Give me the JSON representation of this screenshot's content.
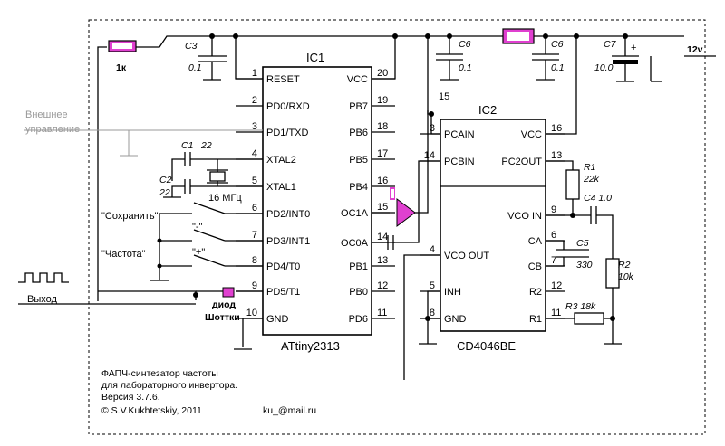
{
  "ic1": {
    "name": "IC1",
    "part": "ATtiny2313",
    "left_pins": [
      {
        "num": "1",
        "label": "RESET"
      },
      {
        "num": "2",
        "label": "PD0/RXD"
      },
      {
        "num": "3",
        "label": "PD1/TXD"
      },
      {
        "num": "4",
        "label": "XTAL2"
      },
      {
        "num": "5",
        "label": "XTAL1"
      },
      {
        "num": "6",
        "label": "PD2/INT0"
      },
      {
        "num": "7",
        "label": "PD3/INT1"
      },
      {
        "num": "8",
        "label": "PD4/T0"
      },
      {
        "num": "9",
        "label": "PD5/T1"
      },
      {
        "num": "10",
        "label": "GND"
      }
    ],
    "right_pins": [
      {
        "num": "20",
        "label": "VCC"
      },
      {
        "num": "19",
        "label": "PB7"
      },
      {
        "num": "18",
        "label": "PB6"
      },
      {
        "num": "17",
        "label": "PB5"
      },
      {
        "num": "16",
        "label": "PB4"
      },
      {
        "num": "15",
        "label": "OC1A"
      },
      {
        "num": "14",
        "label": "OC0A"
      },
      {
        "num": "13",
        "label": "PB1"
      },
      {
        "num": "12",
        "label": "PB0"
      },
      {
        "num": "11",
        "label": "PD6"
      }
    ]
  },
  "ic2": {
    "name": "IC2",
    "part": "CD4046BE",
    "left_pins": [
      {
        "num": "3",
        "label": "PCAIN"
      },
      {
        "num": "14",
        "label": "PCBIN"
      },
      {
        "num": "4",
        "label": "VCO OUT"
      },
      {
        "num": "5",
        "label": "INH"
      },
      {
        "num": "8",
        "label": "GND"
      }
    ],
    "right_pins": [
      {
        "num": "16",
        "label": "VCC"
      },
      {
        "num": "13",
        "label": "PC2OUT"
      },
      {
        "num": "9",
        "label": "VCO IN"
      },
      {
        "num": "6",
        "label": "CA"
      },
      {
        "num": "7",
        "label": "CB"
      },
      {
        "num": "12",
        "label": "R2"
      },
      {
        "num": "11",
        "label": "R1"
      }
    ]
  },
  "pin15_label": "15",
  "components": {
    "r_1k": "1к",
    "c3_name": "C3",
    "c3_val": "0.1",
    "c6a_name": "C6",
    "c6a_val": "0.1",
    "c6b_name": "C6",
    "c6b_val": "0.1",
    "c7_name": "C7",
    "c7_val": "10.0",
    "c7_plus": "+",
    "vplus": "12v",
    "c1_name": "C1",
    "c1_val": "22",
    "c2_name": "C2",
    "c2_val": "22",
    "xtal": "16 МГц",
    "r1_name": "R1",
    "r1_val": "22k",
    "c4": "C4 1.0",
    "c5_name": "C5",
    "c5_val": "330",
    "r2_name": "R2",
    "r2_val": "10k",
    "r3": "R3 18k",
    "diode_line1": "диод",
    "diode_line2": "Шоттки"
  },
  "labels": {
    "external_1": "Внешнее",
    "external_2": "управление",
    "save": "\"Сохранить\"",
    "freq": "\"Частота\"",
    "minus": "\"-\"",
    "plus": "\"+\"",
    "output": "Выход"
  },
  "footer": {
    "line1": "ФАПЧ-синтезатор частоты",
    "line2": "для лабораторного инвертора.",
    "line3": "Версия 3.7.6.",
    "line4": "© S.V.Kukhtetskiy, 2011",
    "email": "ku_@mail.ru"
  },
  "colors": {
    "highlight": "#e040d0",
    "wire": "#000000",
    "grey_text": "#9a9a9a"
  }
}
